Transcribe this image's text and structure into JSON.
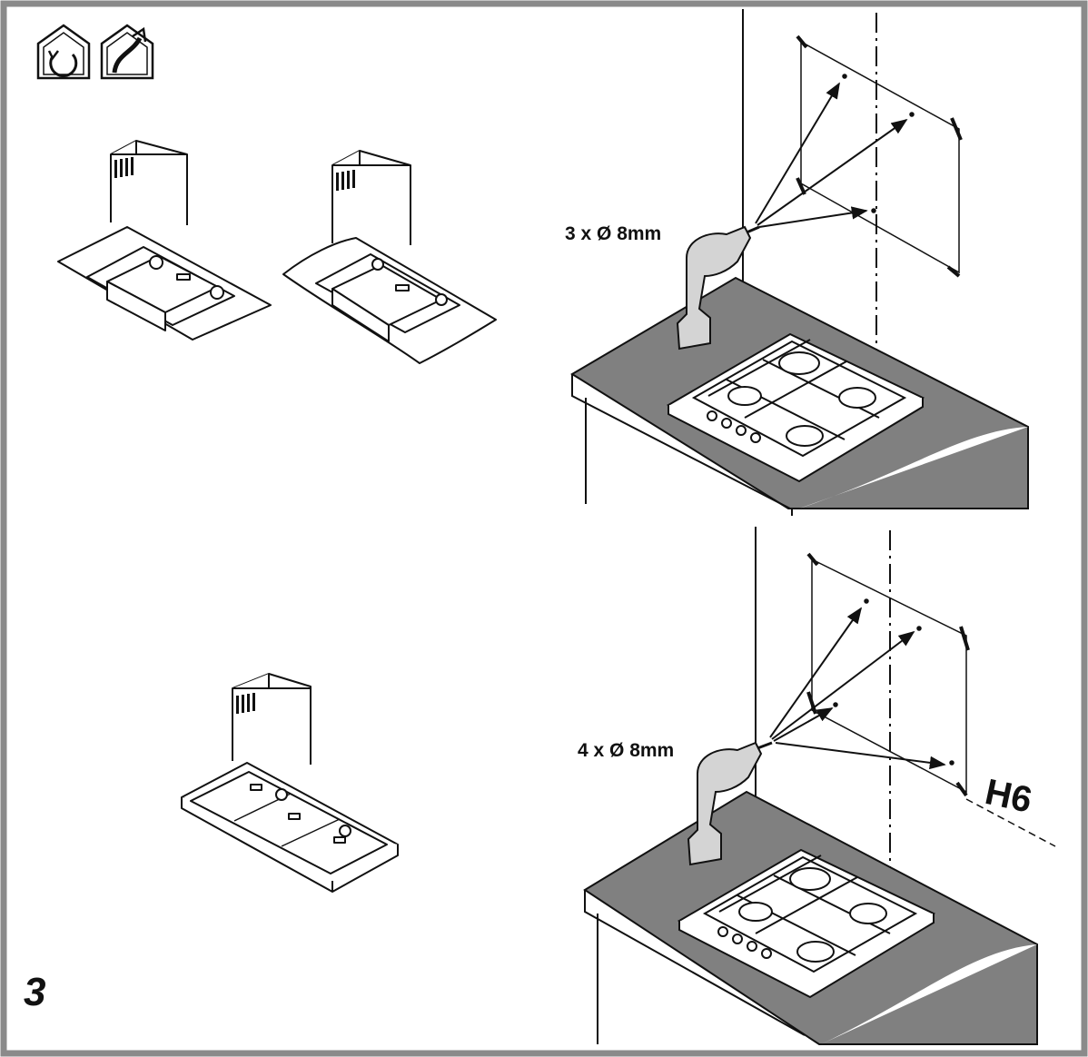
{
  "labels": {
    "drill_top": "3 x Ø 8mm",
    "drill_bottom": "4 x Ø 8mm",
    "height": "H6",
    "step": "3"
  },
  "icons": [
    "recirculation-mode-icon",
    "ducted-exhaust-mode-icon"
  ],
  "colors": {
    "frame": "#8a8a8a",
    "counter_top": "#808080",
    "line": "#111111",
    "drill_body": "#d4d4d4"
  }
}
